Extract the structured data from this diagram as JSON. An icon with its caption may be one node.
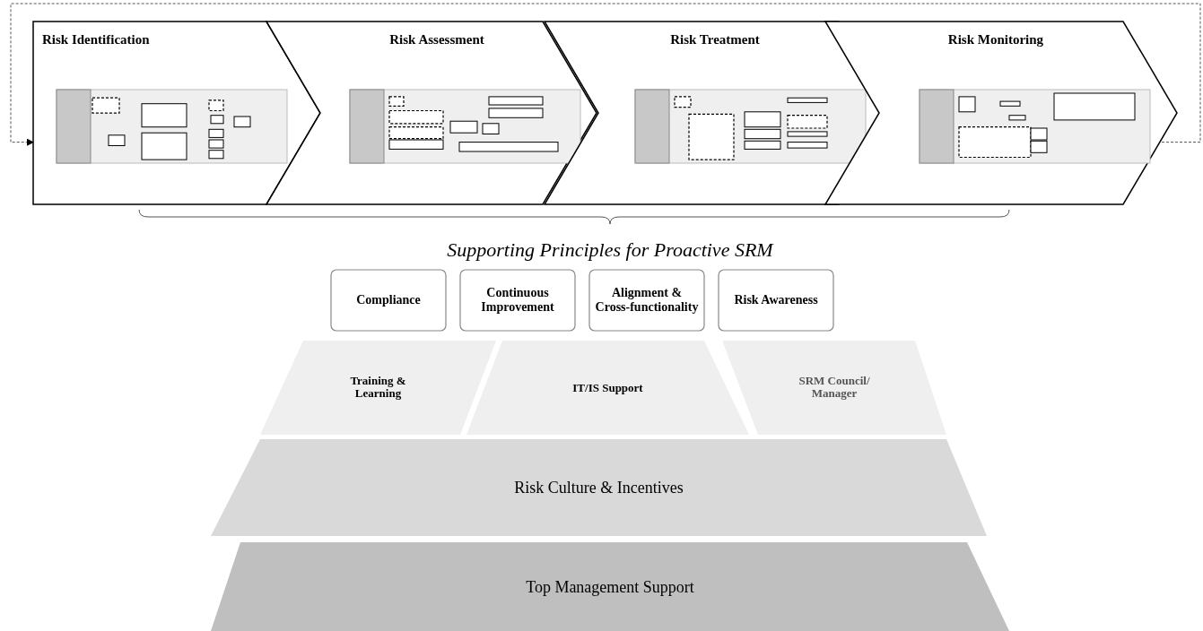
{
  "diagram": {
    "nodes": [
      {
        "text": [
          "Risk Identification"
        ]
      },
      {
        "text": [
          "Risk Assessment"
        ]
      },
      {
        "text": [
          "Risk Treatment"
        ]
      },
      {
        "text": [
          "Risk Monitoring"
        ]
      },
      {
        "text": [
          "Compliance"
        ]
      },
      {
        "text": [
          "Continuous Improvement"
        ]
      },
      {
        "text": [
          "Alignment & Cross-functionality"
        ]
      },
      {
        "text": [
          "Risk Awareness"
        ]
      },
      {
        "text": [
          "Training & Learning"
        ]
      },
      {
        "text": [
          "IT/IS Support"
        ]
      },
      {
        "text": [
          "SRM Council/ Manager"
        ]
      },
      {
        "text": [
          "Risk Culture & Incentives"
        ]
      },
      {
        "text": [
          "Top Management Support"
        ]
      }
    ],
    "edges": [
      {
        "from": 3,
        "to": 0,
        "arrow": "to",
        "style": "dashed"
      }
    ],
    "labels": [
      "Supporting Principles for Proactive SRM"
    ]
  }
}
